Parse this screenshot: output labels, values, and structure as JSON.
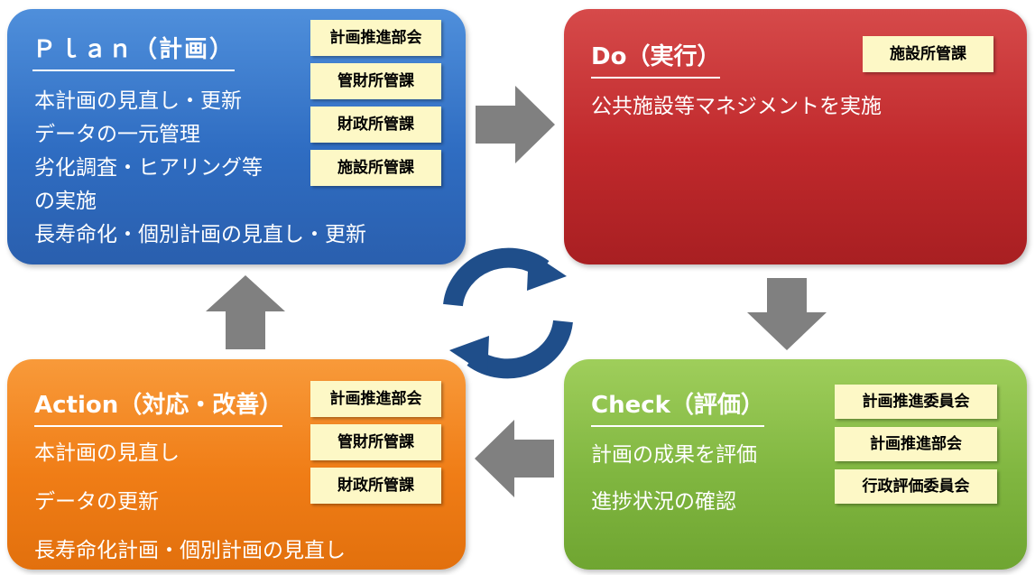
{
  "plan": {
    "title": "Ｐｌａｎ（計画）",
    "lines": [
      "本計画の見直し・更新",
      "データの一元管理",
      "劣化調査・ヒアリング等",
      "の実施",
      "長寿命化・個別計画の見直し・更新"
    ],
    "tags": [
      "計画推進部会",
      "管財所管課",
      "財政所管課",
      "施設所管課"
    ],
    "color": "#2f6dc2"
  },
  "do": {
    "title": "Do（実行）",
    "lines": [
      "公共施設等マネジメントを実施"
    ],
    "tags": [
      "施設所管課"
    ],
    "color": "#c0292c"
  },
  "action": {
    "title": "Action（対応・改善）",
    "lines": [
      "本計画の見直し",
      "データの更新",
      "長寿命化計画・個別計画の見直し"
    ],
    "tags": [
      "計画推進部会",
      "管財所管課",
      "財政所管課"
    ],
    "color": "#f07d16"
  },
  "check": {
    "title": "Check（評価）",
    "lines": [
      "計画の成果を評価",
      "進捗状況の確認"
    ],
    "tags": [
      "計画推進委員会",
      "計画推進部会",
      "行政評価委員会"
    ],
    "color": "#80b640"
  },
  "icons": {
    "arrow_right": "arrow-right-icon",
    "arrow_down": "arrow-down-icon",
    "arrow_left": "arrow-left-icon",
    "arrow_up": "arrow-up-icon",
    "cycle": "cycle-icon"
  },
  "colors": {
    "arrow": "#808080",
    "cycle": "#1f4e8a"
  }
}
